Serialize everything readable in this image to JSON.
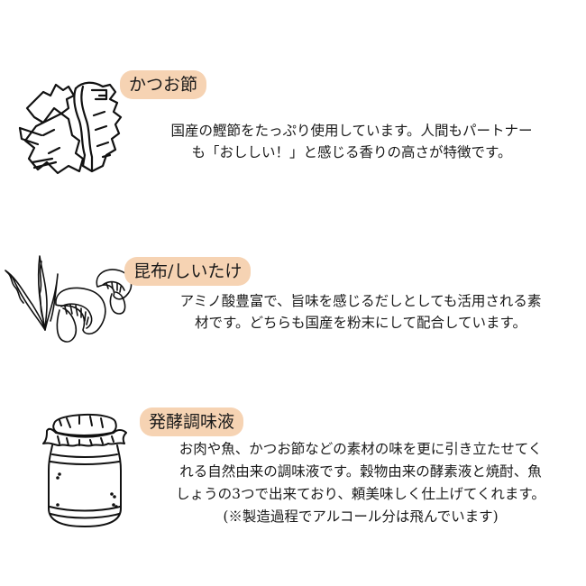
{
  "items": [
    {
      "label": "かつお節",
      "icon": "katsuobushi-illustration",
      "lines": [
        "国産の鰹節をたっぷり使用しています。人間もパートナー",
        "も「おししい！」と感じる香りの高さが特徴です。"
      ]
    },
    {
      "label": "昆布/しいたけ",
      "icon": "kombu-shiitake-illustration",
      "lines": [
        "アミノ酸豊富で、旨味を感じるだしとしても活用される素",
        "材です。どちらも国産を粉末にして配合しています。"
      ]
    },
    {
      "label": "発酵調味液",
      "icon": "jar-illustration",
      "lines": [
        "お肉や魚、かつお節などの素材の味を更に引き立たせてく",
        "れる自然由来の調味液です。穀物由来の酵素液と焼酎、魚",
        "しょうの3つで出来ており、頼美味しく仕上げてくれます。",
        "(※製造過程でアルコール分は飛んでいます)"
      ]
    }
  ],
  "colors": {
    "pill_background": "#f6d3b3",
    "text": "#1a1a1a",
    "line_art": "#111111"
  }
}
